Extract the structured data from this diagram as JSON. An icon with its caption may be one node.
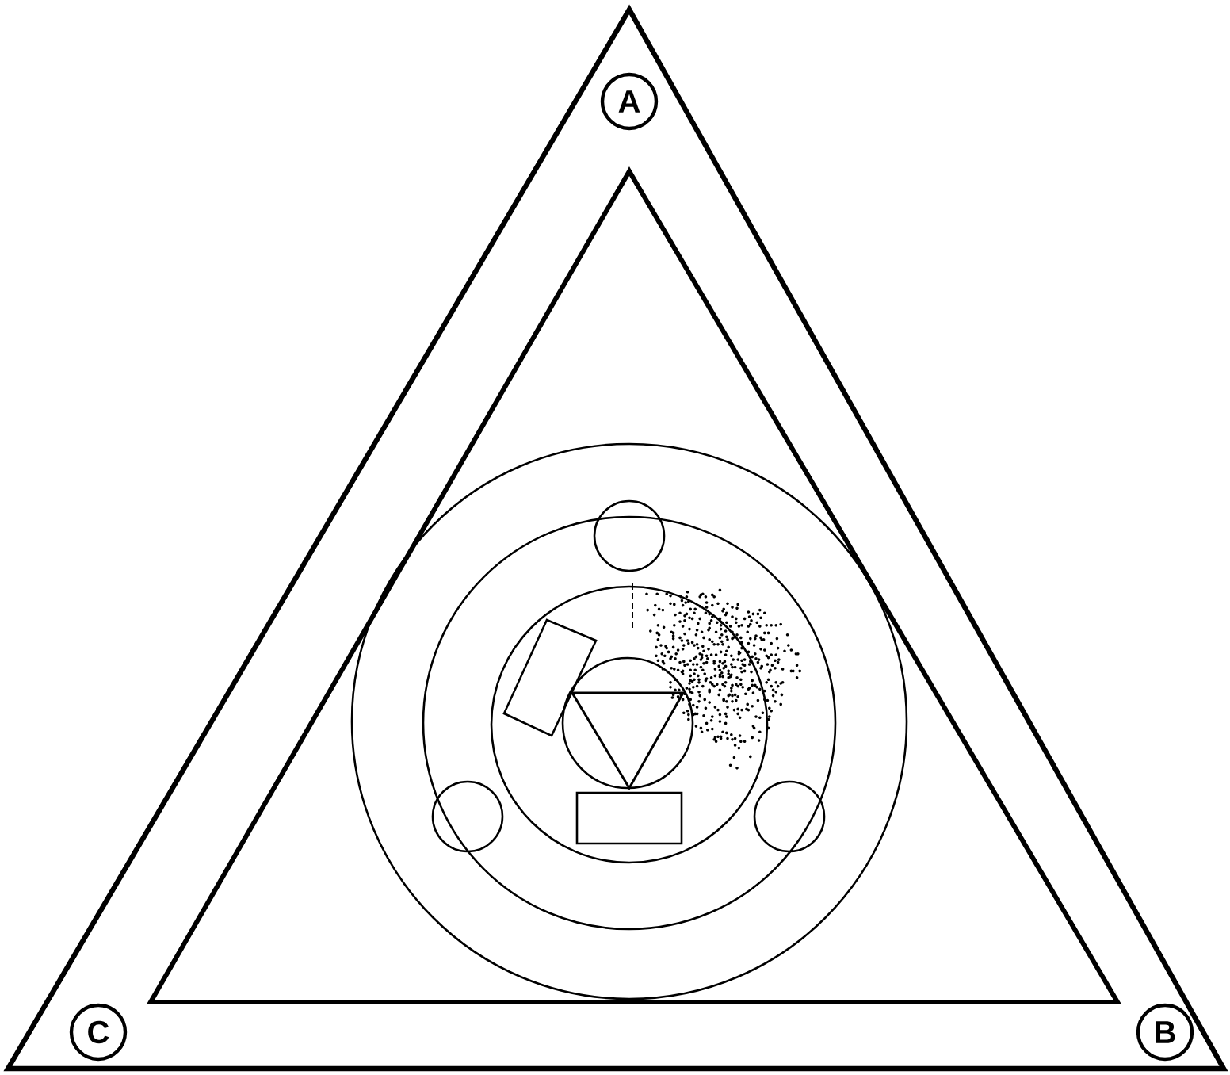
{
  "diagram": {
    "nodes": [
      {
        "text": [
          "A"
        ]
      },
      {
        "text": [
          "C"
        ]
      },
      {
        "text": [
          "B"
        ]
      }
    ]
  }
}
